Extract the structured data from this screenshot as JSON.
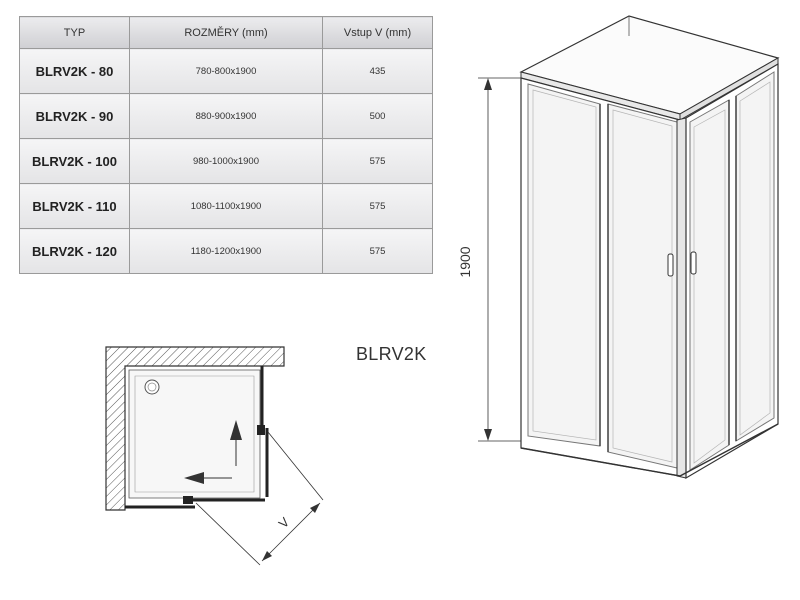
{
  "table": {
    "headers": {
      "type": "TYP",
      "dimensions": "ROZMĚRY (mm)",
      "entry": "Vstup V (mm)"
    },
    "rows": [
      {
        "type": "BLRV2K - 80",
        "dimensions": "780-800x1900",
        "entry": "435"
      },
      {
        "type": "BLRV2K - 90",
        "dimensions": "880-900x1900",
        "entry": "500"
      },
      {
        "type": "BLRV2K - 100",
        "dimensions": "980-1000x1900",
        "entry": "575"
      },
      {
        "type": "BLRV2K - 110",
        "dimensions": "1080-1100x1900",
        "entry": "575"
      },
      {
        "type": "BLRV2K - 120",
        "dimensions": "1180-1200x1900",
        "entry": "575"
      }
    ]
  },
  "plan": {
    "model_label": "BLRV2K",
    "entry_dimension_label": "V"
  },
  "elevation": {
    "height_label": "1900"
  },
  "colors": {
    "line": "#333333",
    "glass_edge": "#9a9a9a",
    "frame_fill": "#f2f2f2",
    "table_border": "#9a9a9a",
    "table_header_bg": "#d8d8dc"
  }
}
